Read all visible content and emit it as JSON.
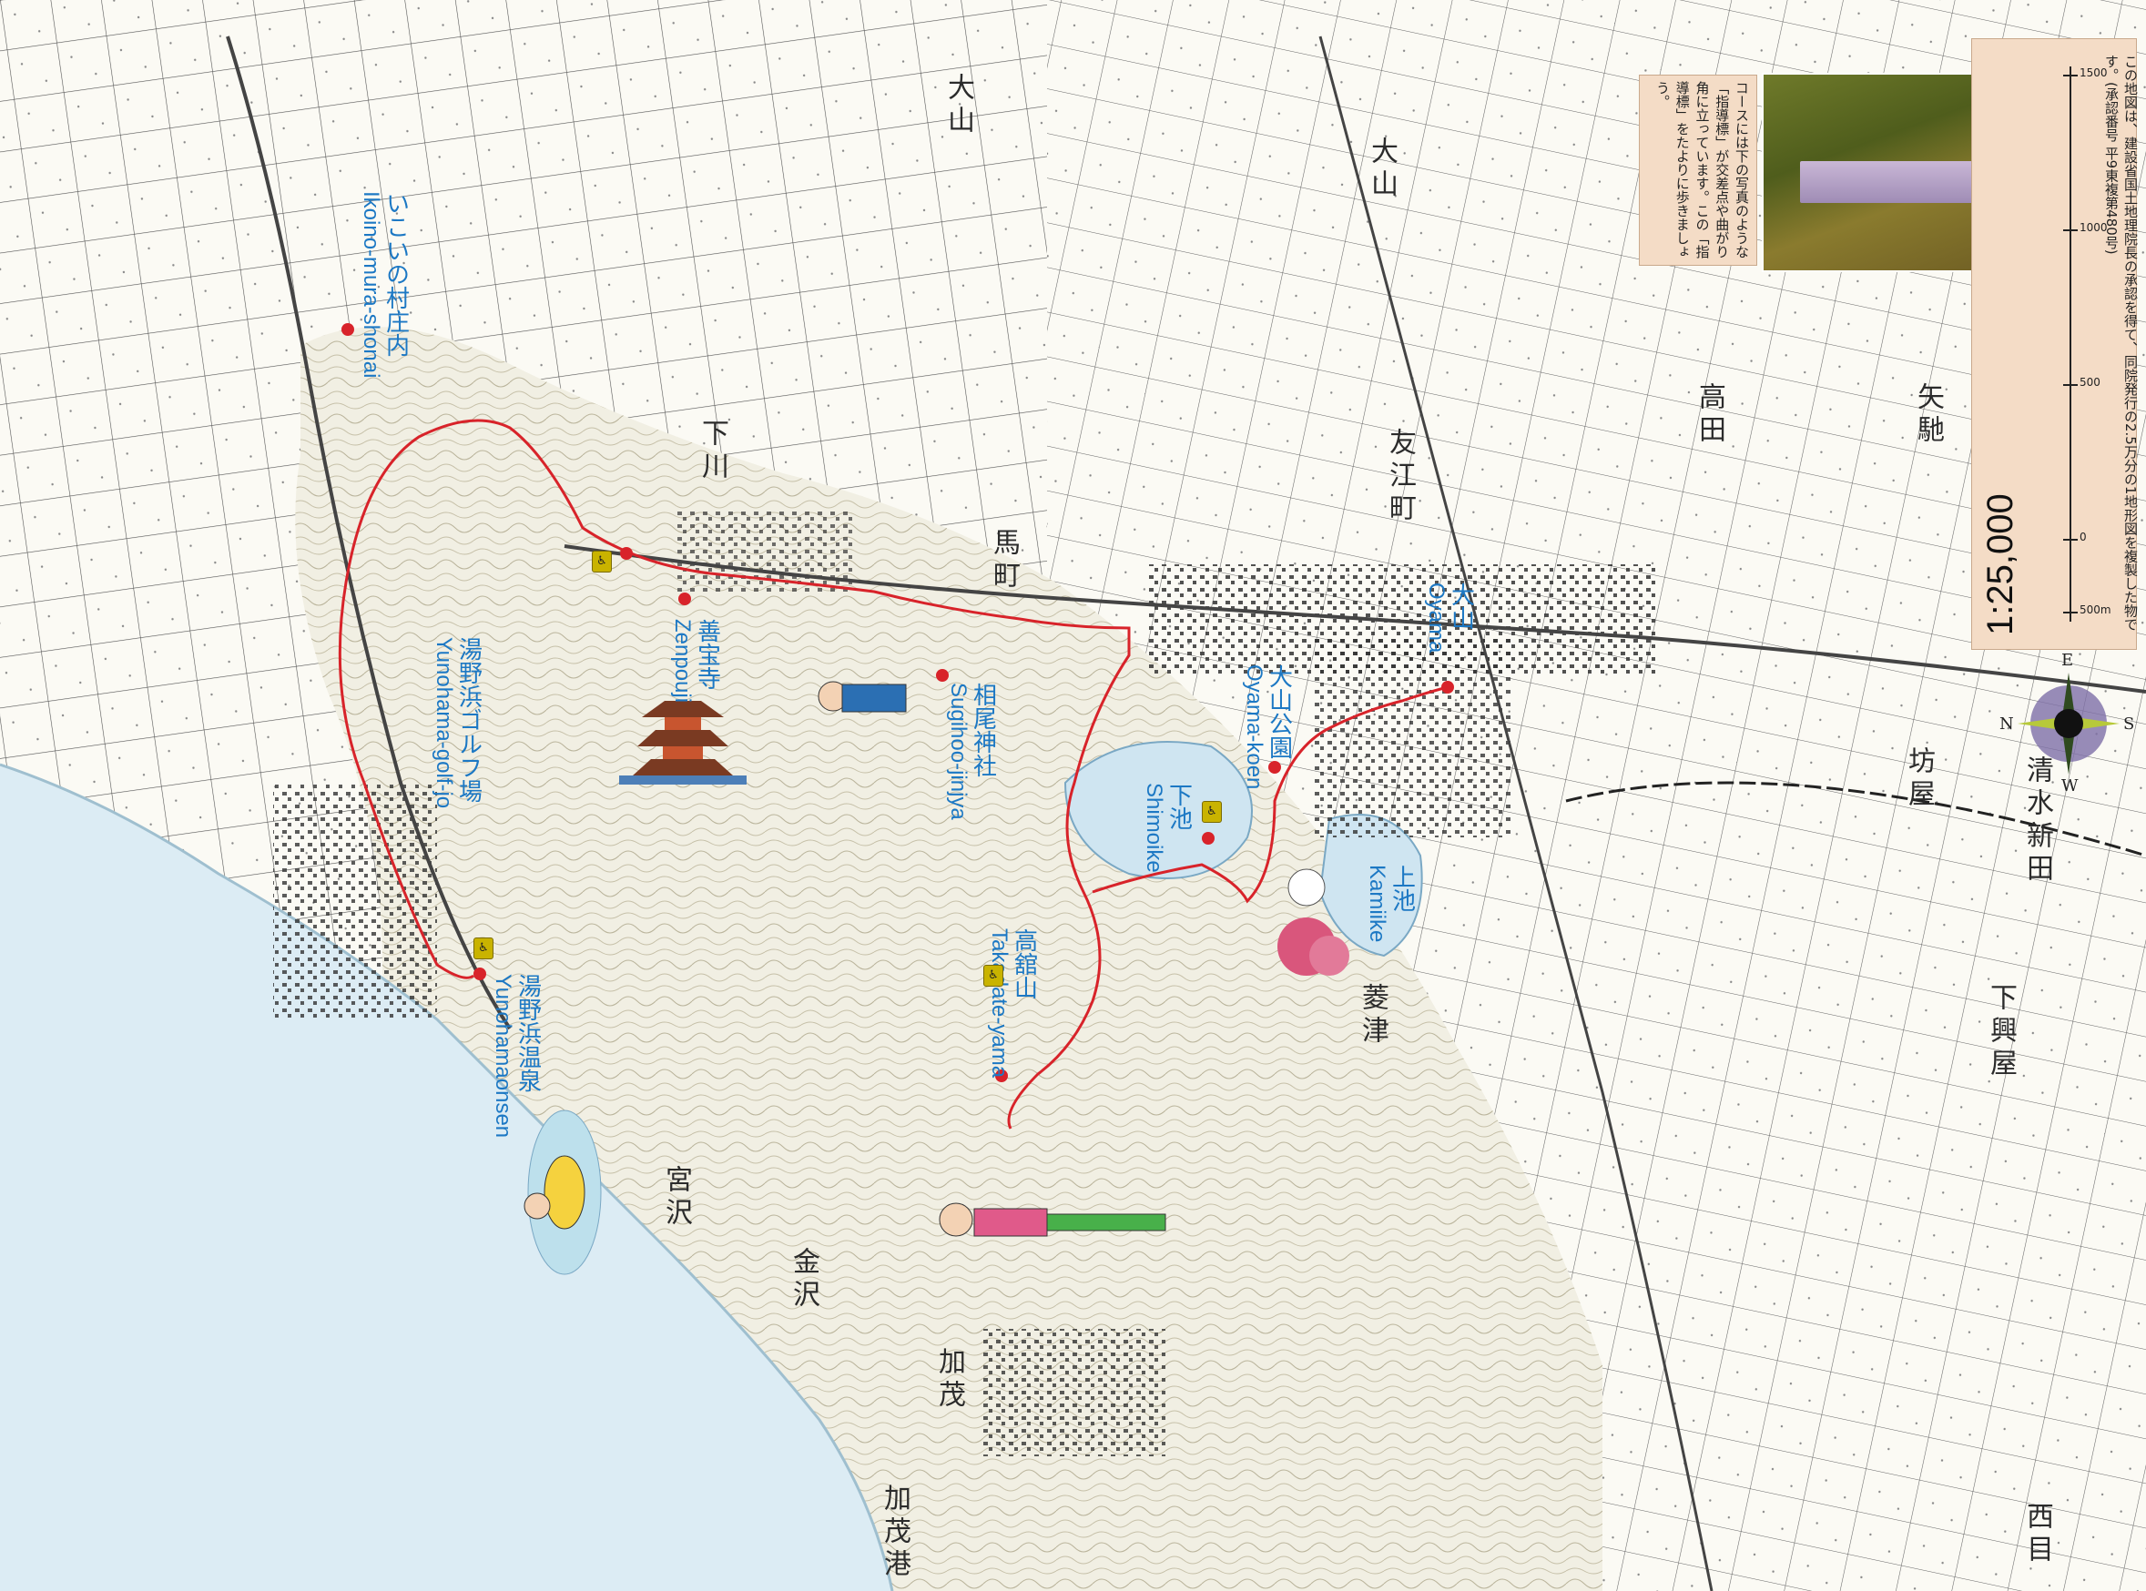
{
  "map": {
    "scale": "1:25,000",
    "copyright": "この地図は、建設省国土地理院長の承認を得て、同院発行の2.5万分の1地形図を複製した物です。(承認番号 平9東複第480号)",
    "scale_ticks": [
      "500m",
      "0",
      "500",
      "1000",
      "1500"
    ],
    "info_note": "コースには下の写真のような「指導標」が交差点や曲がり角に立っています。この「指導標」をたよりに歩きましょう。",
    "compass": {
      "n": "N",
      "s": "S",
      "e": "E",
      "w": "W"
    },
    "route_color": "#d8232a",
    "label_color": "#1c78c4"
  },
  "places": [
    {
      "ja": "いこいの村庄内",
      "ro": "Ikoino-mura-shonai"
    },
    {
      "ja": "湯野浜ゴルフ場",
      "ro": "Yunohama-golf-jo"
    },
    {
      "ja": "善宝寺",
      "ro": "Zenpouji"
    },
    {
      "ja": "湯野浜温泉",
      "ro": "Yunohamaonsen"
    },
    {
      "ja": "相尾神社",
      "ro": "Sugihoo-jinjya"
    },
    {
      "ja": "高舘山",
      "ro": "Takadate-yama"
    },
    {
      "ja": "下池",
      "ro": "Shimoike"
    },
    {
      "ja": "上池",
      "ro": "Kamiike"
    },
    {
      "ja": "大山公園",
      "ro": "Oyama-koen"
    },
    {
      "ja": "大山",
      "ro": "Oyama"
    }
  ],
  "map_text": {
    "t1": "大山",
    "t2": "下川",
    "t3": "馬町",
    "t4": "大山",
    "t5": "友江町",
    "t6": "高田",
    "t7": "矢馳",
    "t8": "坊屋",
    "t9": "宮沢",
    "t10": "金沢",
    "t11": "加茂",
    "t12": "加茂港",
    "t13": "菱津",
    "t14": "西目",
    "t15": "清水新田",
    "t16": "下興屋"
  }
}
